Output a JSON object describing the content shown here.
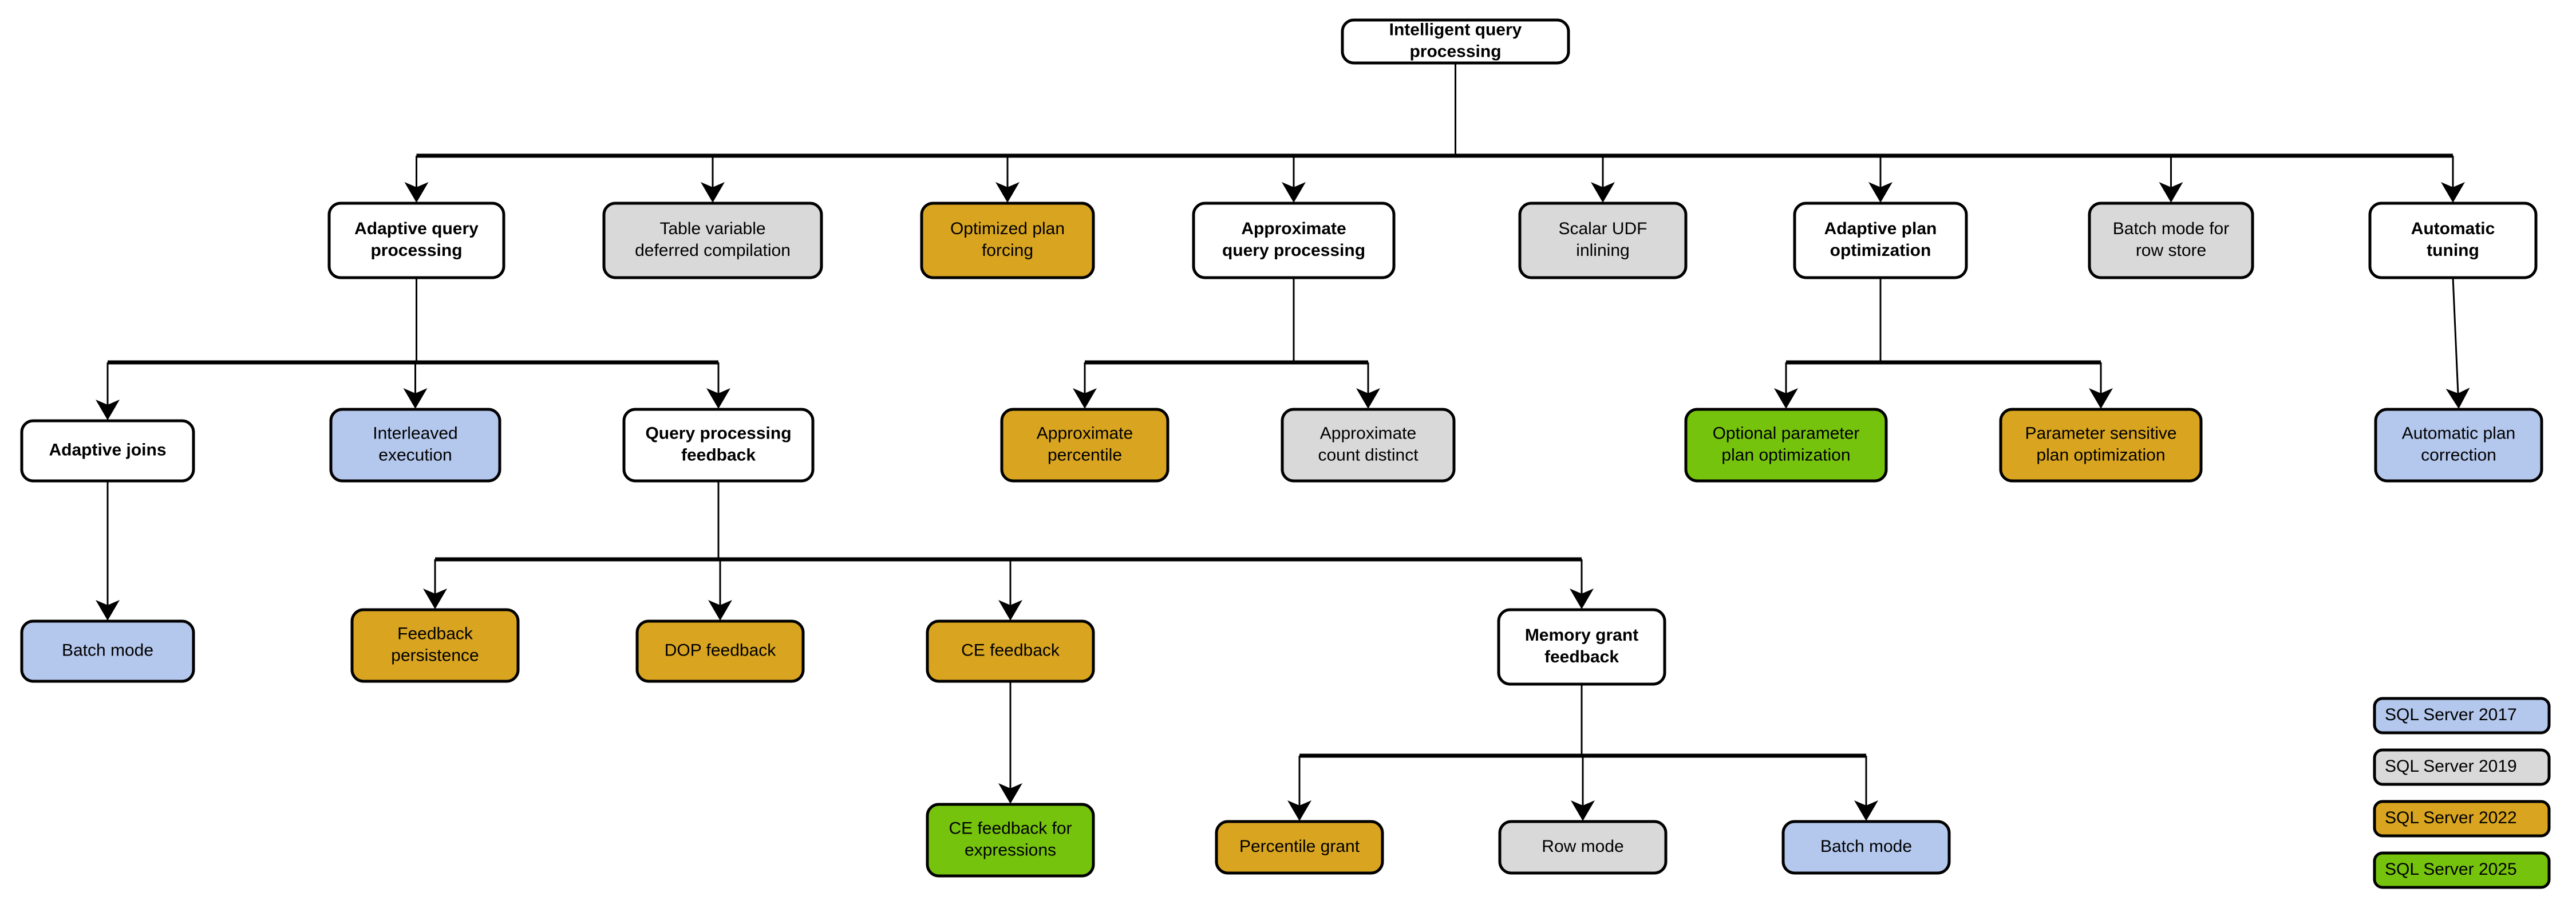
{
  "diagram": {
    "title": "Intelligent query processing",
    "colors": {
      "white": "#ffffff",
      "gray": "#d9d9d9",
      "blue": "#b4c7ed",
      "gold": "#d9a520",
      "green": "#76c30e",
      "outline": "#000000",
      "text": "#000000"
    },
    "root": {
      "label": "Intelligent query processing",
      "fill": "white",
      "bold": true
    },
    "level1": [
      {
        "label": "Adaptive query processing",
        "fill": "white",
        "bold": true
      },
      {
        "label": "Table variable deferred compilation",
        "fill": "gray",
        "bold": false
      },
      {
        "label": "Optimized plan forcing",
        "fill": "gold",
        "bold": false
      },
      {
        "label": "Approximate query processing",
        "fill": "white",
        "bold": true
      },
      {
        "label": "Scalar UDF inlining",
        "fill": "gray",
        "bold": false
      },
      {
        "label": "Adaptive plan optimization",
        "fill": "white",
        "bold": true
      },
      {
        "label": "Batch mode for row store",
        "fill": "gray",
        "bold": false
      },
      {
        "label": "Automatic tuning",
        "fill": "white",
        "bold": true
      }
    ],
    "level2": [
      {
        "label": "Adaptive joins",
        "fill": "white",
        "bold": true,
        "parent": "Adaptive query processing"
      },
      {
        "label": "Interleaved execution",
        "fill": "blue",
        "bold": false,
        "parent": "Adaptive query processing"
      },
      {
        "label": "Query processing feedback",
        "fill": "white",
        "bold": true,
        "parent": "Adaptive query processing"
      },
      {
        "label": "Approximate percentile",
        "fill": "gold",
        "bold": false,
        "parent": "Approximate query processing"
      },
      {
        "label": "Approximate count distinct",
        "fill": "gray",
        "bold": false,
        "parent": "Approximate query processing"
      },
      {
        "label": "Optional parameter plan optimization",
        "fill": "green",
        "bold": false,
        "parent": "Adaptive plan optimization"
      },
      {
        "label": "Parameter sensitive plan optimization",
        "fill": "gold",
        "bold": false,
        "parent": "Adaptive plan optimization"
      },
      {
        "label": "Automatic plan correction",
        "fill": "blue",
        "bold": false,
        "parent": "Automatic tuning"
      }
    ],
    "level3": [
      {
        "label": "Batch mode",
        "fill": "blue",
        "bold": false,
        "parent": "Adaptive joins"
      },
      {
        "label": "Feedback persistence",
        "fill": "gold",
        "bold": false,
        "parent": "Query processing feedback"
      },
      {
        "label": "DOP feedback",
        "fill": "gold",
        "bold": false,
        "parent": "Query processing feedback"
      },
      {
        "label": "CE feedback",
        "fill": "gold",
        "bold": false,
        "parent": "Query processing feedback"
      },
      {
        "label": "Memory grant feedback",
        "fill": "white",
        "bold": true,
        "parent": "Query processing feedback"
      }
    ],
    "level4": [
      {
        "label": "CE feedback for expressions",
        "fill": "green",
        "bold": false,
        "parent": "CE feedback"
      },
      {
        "label": "Percentile grant",
        "fill": "gold",
        "bold": false,
        "parent": "Memory grant feedback"
      },
      {
        "label": "Row mode",
        "fill": "gray",
        "bold": false,
        "parent": "Memory grant feedback"
      },
      {
        "label": "Batch mode",
        "fill": "blue",
        "bold": false,
        "parent": "Memory grant feedback"
      }
    ],
    "legend": [
      {
        "label": "SQL Server 2017",
        "fill": "blue"
      },
      {
        "label": "SQL Server 2019",
        "fill": "gray"
      },
      {
        "label": "SQL Server 2022",
        "fill": "gold"
      },
      {
        "label": "SQL Server 2025",
        "fill": "green"
      }
    ]
  }
}
